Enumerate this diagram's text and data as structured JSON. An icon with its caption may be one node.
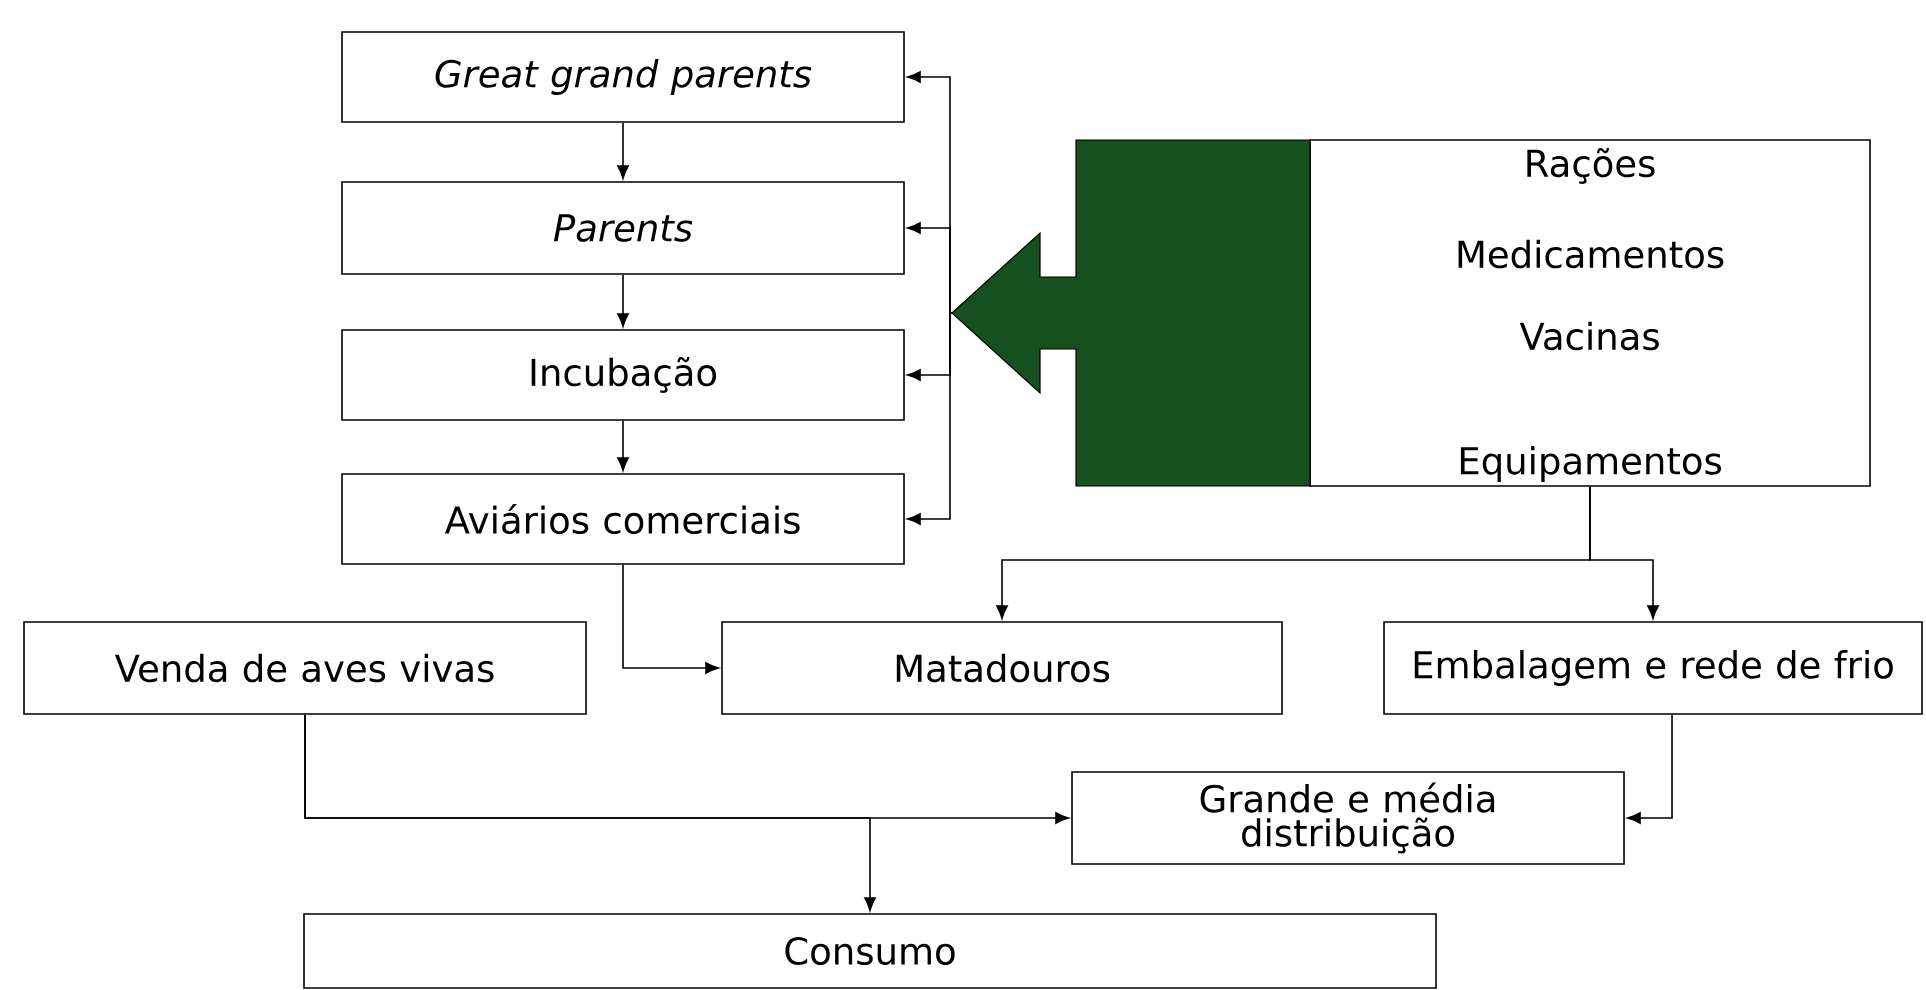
{
  "diagram": {
    "nodes": [
      {
        "text": [
          "Great grand parents"
        ]
      },
      {
        "text": [
          "Parents"
        ]
      },
      {
        "text": [
          "Incubação"
        ]
      },
      {
        "text": [
          "Aviários comerciais"
        ]
      },
      {
        "text": [
          "Rações",
          "Medicamentos",
          "Vacinas",
          "Equipamentos"
        ]
      },
      {
        "text": [
          "Venda de aves vivas"
        ]
      },
      {
        "text": [
          "Matadouros"
        ]
      },
      {
        "text": [
          "Embalagem e rede de frio"
        ]
      },
      {
        "text": [
          "Grande e média distribuição"
        ]
      },
      {
        "text": [
          "Consumo"
        ]
      }
    ],
    "edges": [
      {
        "from": 0,
        "to": 1,
        "arrow": "to"
      },
      {
        "from": 1,
        "to": 2,
        "arrow": "to"
      },
      {
        "from": 2,
        "to": 3,
        "arrow": "to"
      },
      {
        "from": 4,
        "to": 0,
        "arrow": "to"
      },
      {
        "from": 4,
        "to": 1,
        "arrow": "to"
      },
      {
        "from": 4,
        "to": 2,
        "arrow": "to"
      },
      {
        "from": 4,
        "to": 3,
        "arrow": "to"
      },
      {
        "from": 3,
        "to": 6,
        "arrow": "to"
      },
      {
        "from": 4,
        "to": 6,
        "arrow": "to"
      },
      {
        "from": 4,
        "to": 7,
        "arrow": "to"
      },
      {
        "from": 5,
        "to": 8,
        "arrow": "to"
      },
      {
        "from": 5,
        "to": 9,
        "arrow": "to"
      },
      {
        "from": 7,
        "to": 8,
        "arrow": "to"
      }
    ]
  }
}
